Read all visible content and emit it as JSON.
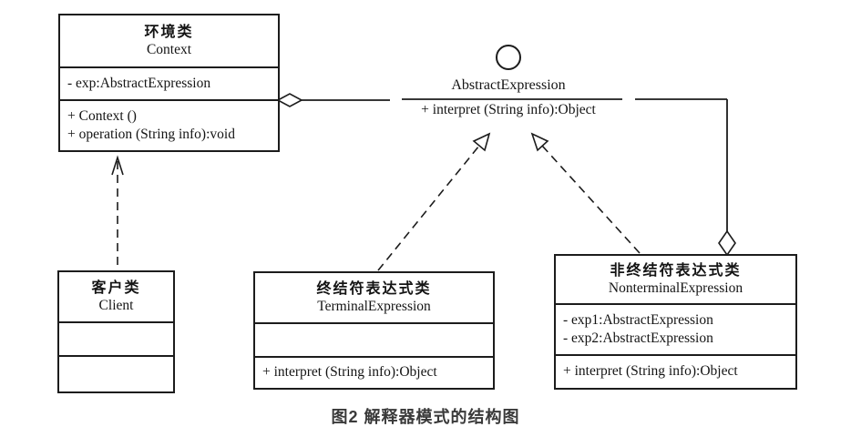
{
  "caption": "图2 解释器模式的结构图",
  "interface": {
    "name": "AbstractExpression",
    "method": "+ interpret (String info):Object"
  },
  "classes": {
    "context": {
      "title_cn": "环境类",
      "title_en": "Context",
      "attributes": [
        "- exp:AbstractExpression"
      ],
      "methods": [
        "+ Context ()",
        "+ operation (String info):void"
      ]
    },
    "client": {
      "title_cn": "客户类",
      "title_en": "Client",
      "attributes": [],
      "methods": []
    },
    "terminal": {
      "title_cn": "终结符表达式类",
      "title_en": "TerminalExpression",
      "attributes": [],
      "methods": [
        "+ interpret (String info):Object"
      ]
    },
    "nonterminal": {
      "title_cn": "非终结符表达式类",
      "title_en": "NonterminalExpression",
      "attributes": [
        "- exp1:AbstractExpression",
        "- exp2:AbstractExpression"
      ],
      "methods": [
        "+ interpret (String info):Object"
      ]
    }
  },
  "relationships": [
    {
      "type": "aggregation",
      "from": "AbstractExpression",
      "to": "Context"
    },
    {
      "type": "aggregation",
      "from": "AbstractExpression",
      "to": "NonterminalExpression"
    },
    {
      "type": "realization",
      "from": "TerminalExpression",
      "to": "AbstractExpression"
    },
    {
      "type": "realization",
      "from": "NonterminalExpression",
      "to": "AbstractExpression"
    },
    {
      "type": "dependency",
      "from": "Client",
      "to": "Context"
    }
  ],
  "colors": {
    "line": "#1c1c1c",
    "background": "#ffffff",
    "caption_text": "#3a3a3a"
  }
}
